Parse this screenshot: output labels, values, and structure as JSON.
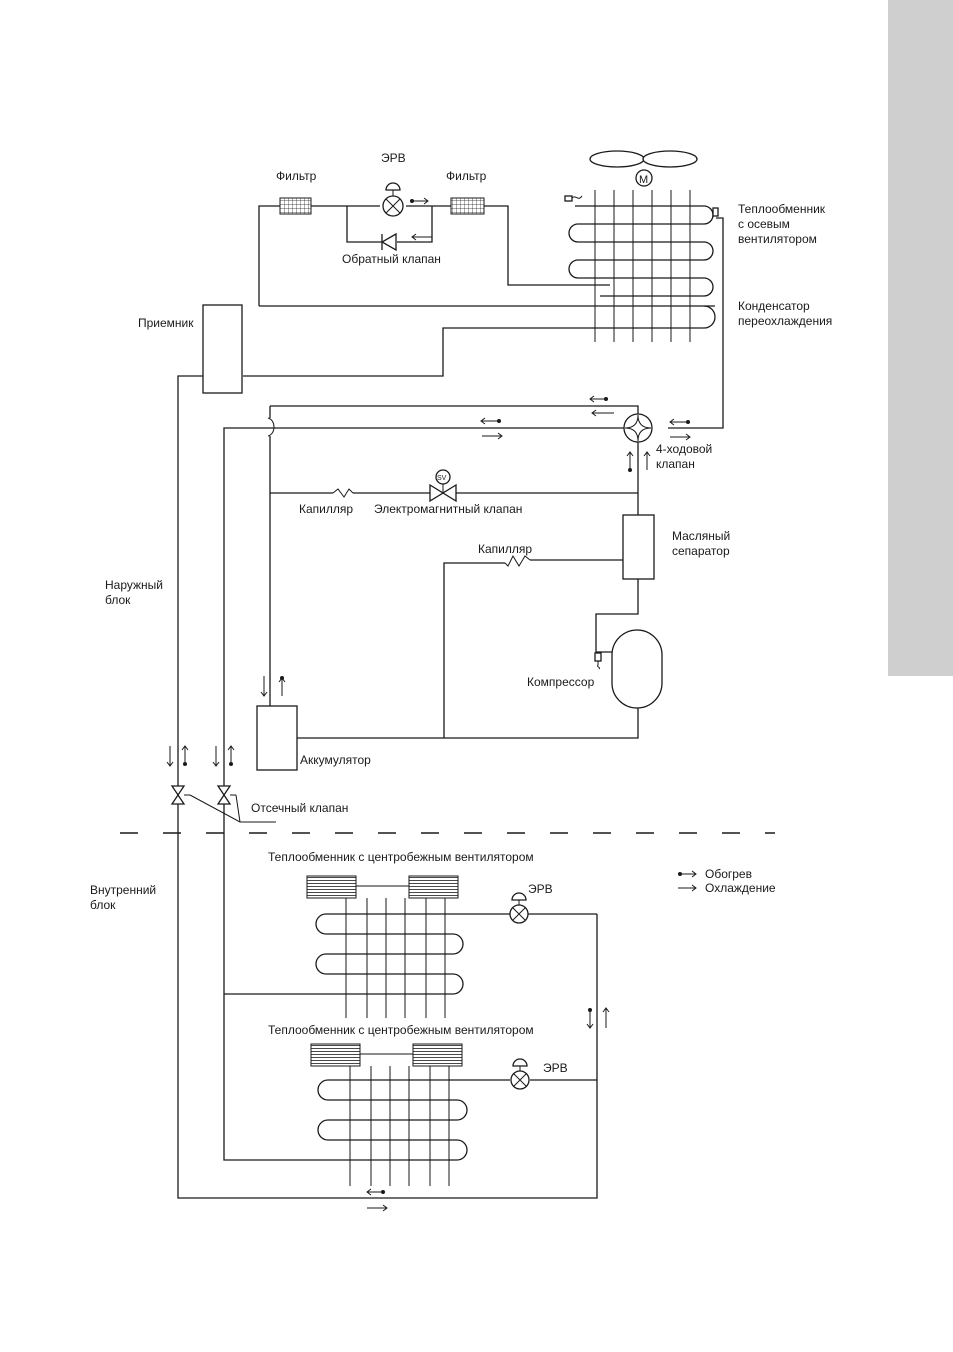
{
  "labels": {
    "filter_left": "Фильтр",
    "erv_top": "ЭРВ",
    "filter_right": "Фильтр",
    "check_valve": "Обратный клапан",
    "hx_fan_1": "Теплообменник",
    "hx_fan_2": "с осевым",
    "hx_fan_3": "вентилятором",
    "subcooler_1": "Конденсатор",
    "subcooler_2": "переохлаждения",
    "receiver": "Приемник",
    "fourway_1": "4-ходовой",
    "fourway_2": "клапан",
    "capillary_1": "Капилляр",
    "solenoid": "Электромагнитный клапан",
    "sv": "SV",
    "oil_sep_1": "Масляный",
    "oil_sep_2": "сепаратор",
    "capillary_2": "Капилляр",
    "outdoor_1": "Наружный",
    "outdoor_2": "блок",
    "compressor": "Компрессор",
    "accumulator": "Аккумулятор",
    "shutoff": "Отсечный клапан",
    "indoor_hx_1": "Теплообменник с центробежным вентилятором",
    "indoor_1": "Внутренний",
    "indoor_2": "блок",
    "legend_heat": "Обогрев",
    "legend_cool": "Охлаждение",
    "erv_indoor_1": "ЭРВ",
    "indoor_hx_2": "Теплообменник с центробежным вентилятором",
    "erv_indoor_2": "ЭРВ",
    "motor": "M"
  }
}
